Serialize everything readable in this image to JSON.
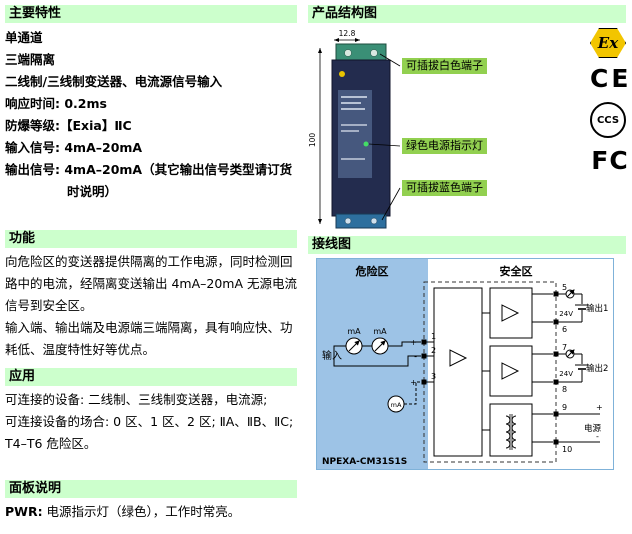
{
  "left": {
    "features": {
      "title": "主要特性",
      "lines": [
        "单通道",
        "三端隔离",
        "二线制/三线制变送器、电流源信号输入",
        "响应时间:  0.2ms",
        "防爆等级:【Exia】ⅡC",
        "输入信号:  4mA–20mA",
        "输出信号:  4mA–20mA（其它输出信号类型请订货时说明）"
      ]
    },
    "function": {
      "title": "功能",
      "paragraphs": [
        "向危险区的变送器提供隔离的工作电源，同时检测回路中的电流，经隔离变送输出 4mA–20mA 无源电流信号到安全区。",
        "输入端、输出端及电源端三端隔离，具有响应快、功耗低、温度特性好等优点。"
      ]
    },
    "application": {
      "title": "应用",
      "lines": [
        "可连接的设备: 二线制、三线制变送器，电流源;",
        "可连接设备的场合: 0 区、1 区、2 区; ⅡA、ⅡB、ⅡC;  T4–T6 危险区。"
      ]
    },
    "panel": {
      "title": "面板说明",
      "label": "PWR:",
      "text": " 电源指示灯（绿色），工作时常亮。"
    }
  },
  "structure": {
    "title": "产品结构图",
    "dim_top": "12.8",
    "dim_side": "100",
    "callouts": [
      "可插拔白色端子",
      "绿色电源指示灯",
      "可插拔蓝色端子"
    ],
    "certs": {
      "ex": "Ex",
      "ce": "CE",
      "ccs": "CCS",
      "fcc": "FC"
    }
  },
  "wiring": {
    "title": "接线图",
    "hazard": "危险区",
    "safe": "安全区",
    "model": "NPEXA-CM31S1S",
    "input": "输入",
    "ma": "mA",
    "v24": "24V",
    "out1": "输出1",
    "out2": "输出2",
    "power": "电源",
    "plus": "+",
    "minus": "-",
    "terminals": {
      "t1": "1",
      "t2": "2",
      "t3": "3",
      "t5": "5",
      "t6": "6",
      "t7": "7",
      "t8": "8",
      "t9": "9",
      "t10": "10"
    }
  }
}
